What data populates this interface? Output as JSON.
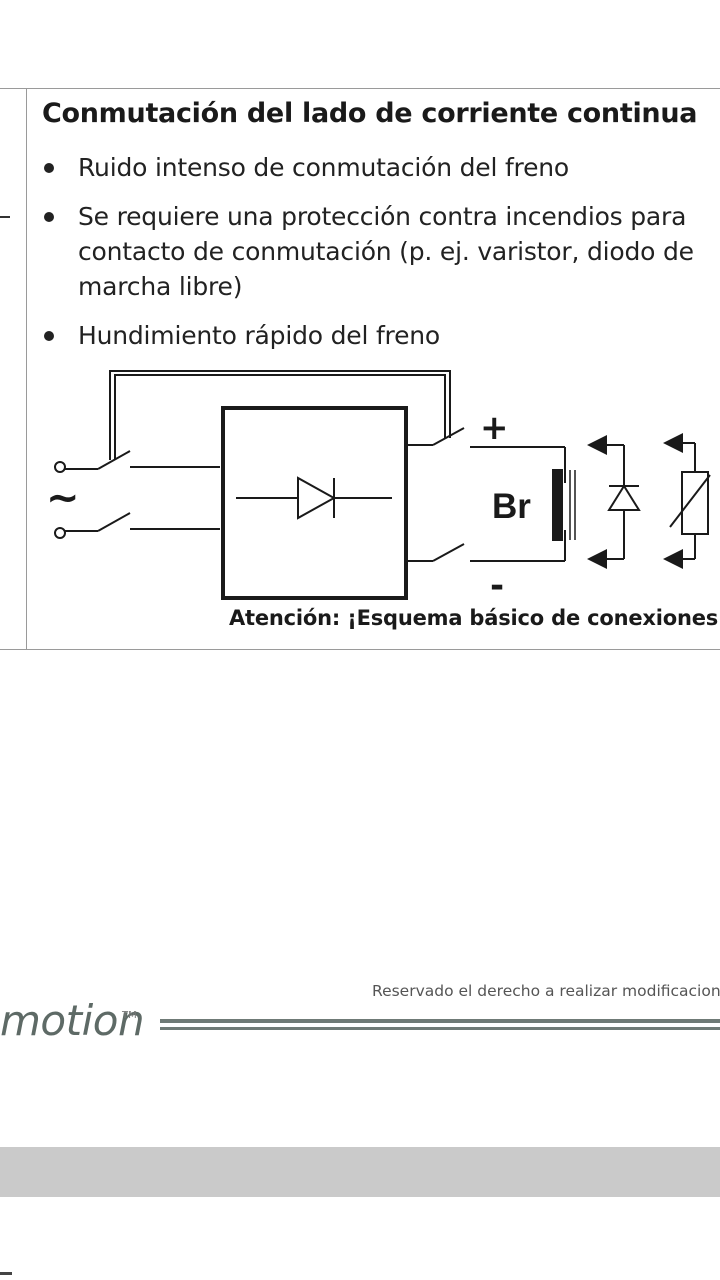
{
  "section": {
    "title": "Conmutación del lado de corriente continua",
    "bullets": [
      "Ruido intenso de conmutación del freno",
      "Se requiere una protección contra incendios para contacto de conmutación (p. ej. varistor, diodo de marcha libre)",
      "Hundimiento rápido del freno"
    ]
  },
  "diagram": {
    "ac_symbol": "~",
    "plus_symbol": "+",
    "minus_symbol": "-",
    "brake_label": "Br",
    "note": "Atención: ¡Esquema básico de conexiones!"
  },
  "footer": {
    "notice": "Reservado el derecho a realizar modificaciones",
    "brand": "motion",
    "tm": "TM"
  }
}
